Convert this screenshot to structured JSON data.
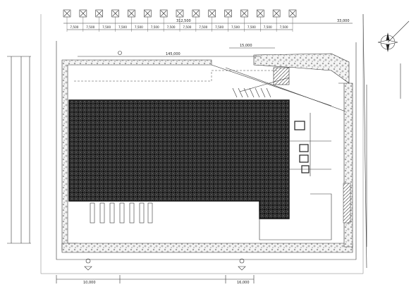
{
  "drawing": {
    "overall_width_top": "312,500",
    "overall_width_right": "33,000",
    "bay_spacing": "7,500",
    "bay_count": 14,
    "bottom_left_dim": "10,000",
    "bottom_right_dim": "16,000",
    "building_top_dim": "145,000",
    "site_top_right_dim": "15,000"
  },
  "icons": {
    "north_arrow": "north-arrow-icon",
    "building_hatch": "crosshatch-pattern"
  }
}
